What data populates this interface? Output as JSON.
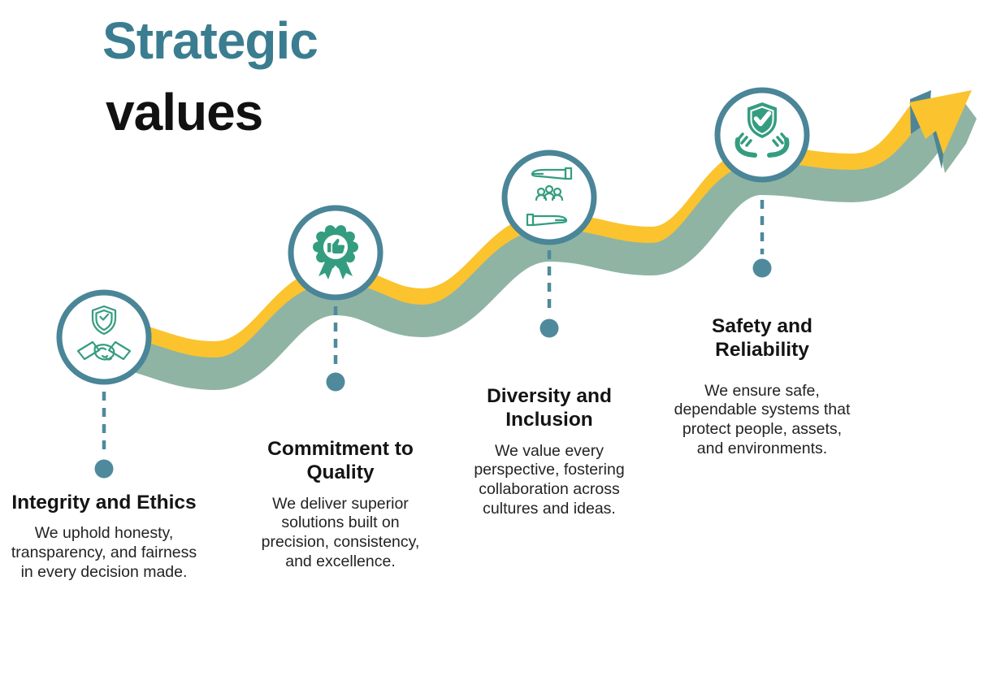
{
  "title": {
    "line1": "Strategic",
    "line2": "values"
  },
  "milestones": [
    {
      "icon": "shield-handshake-icon",
      "title": "Integrity and Ethics",
      "description": "We uphold honesty, transparency, and fairness in every decision made."
    },
    {
      "icon": "award-thumbs-up-icon",
      "title": "Commitment to Quality",
      "description": "We deliver superior solutions built on precision, consistency, and excellence."
    },
    {
      "icon": "caring-hands-people-icon",
      "title": "Diversity and Inclusion",
      "description": "We value every perspective, fostering collaboration across cultures and ideas."
    },
    {
      "icon": "hands-holding-shield-icon",
      "title": "Safety and Reliability",
      "description": "We ensure safe, dependable systems that protect people, assets, and environments."
    }
  ],
  "colors": {
    "title_accent": "#3B7D90",
    "heading_text": "#141414",
    "body_text": "#232323",
    "wave_yellow": "#FBC32E",
    "wave_sage": "#8FB4A4",
    "node_border": "#4A8598",
    "connector": "#4E8A9C",
    "icon_green": "#349D80",
    "arrow_shadow": "#4E8596"
  }
}
